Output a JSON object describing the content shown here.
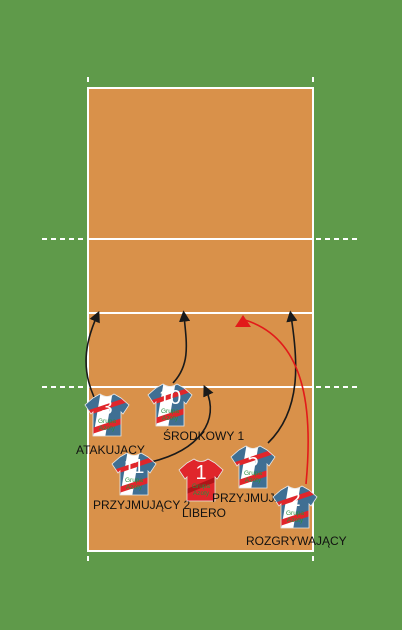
{
  "colors": {
    "outer_field": "#5f9a4a",
    "court_floor": "#d9914a",
    "lines": "#ffffff",
    "arrow_black": "#1a1a1a",
    "arrow_red": "#e21a1a",
    "jersey_blue": "#3f6f93",
    "jersey_red": "#e0262b",
    "jersey_white": "#ffffff",
    "brand_green": "#2a8f3e"
  },
  "players": [
    {
      "id": "atakujacy",
      "number": "3",
      "role": "ATAKUJĄCY",
      "brand": [
        "Grupa",
        "Azoty"
      ],
      "jersey": "striped"
    },
    {
      "id": "srodkowy1",
      "number": "10",
      "role": "ŚRODKOWY 1",
      "brand": [
        "Grupa",
        "Azoty"
      ],
      "jersey": "striped"
    },
    {
      "id": "przyjmujacy2",
      "number": "11",
      "role": "PRZYJMUJĄCY 2",
      "brand": [
        "Grupa",
        "Azoty"
      ],
      "jersey": "striped"
    },
    {
      "id": "libero",
      "number": "1",
      "role": "LIBERO",
      "brand": [
        "Grupa",
        "Azoty"
      ],
      "jersey": "libero"
    },
    {
      "id": "przyjmujacy1",
      "number": "5",
      "role": "PRZYJMUJĄCY 1",
      "brand": [
        "Grupa",
        "Azoty"
      ],
      "jersey": "striped"
    },
    {
      "id": "rozgrywajacy",
      "number": "2",
      "role": "ROZGRYWAJĄCY",
      "brand": [
        "Grupa",
        "Azoty"
      ],
      "jersey": "striped"
    }
  ],
  "arrows": [
    {
      "from": "atakujacy",
      "color": "arrow_black"
    },
    {
      "from": "srodkowy1",
      "color": "arrow_black"
    },
    {
      "from": "przyjmujacy2",
      "color": "arrow_black"
    },
    {
      "from": "przyjmujacy1",
      "color": "arrow_black"
    },
    {
      "from": "rozgrywajacy",
      "color": "arrow_red"
    }
  ]
}
